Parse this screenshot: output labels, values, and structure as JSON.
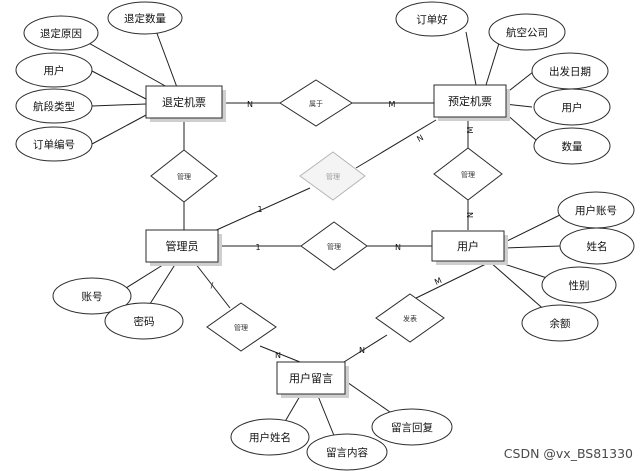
{
  "entities": {
    "refund_ticket": "退定机票",
    "booking_ticket": "预定机票",
    "administrator": "管理员",
    "user": "用户",
    "user_message": "用户留言"
  },
  "attributes": {
    "refund_reason": "退定原因",
    "refund_quantity": "退定数量",
    "refund_user": "用户",
    "segment_type": "航段类型",
    "refund_order_no": "订单编号",
    "booking_order_no": "订单好",
    "airline": "航空公司",
    "departure_date": "出发日期",
    "booking_user": "用户",
    "booking_quantity": "数量",
    "account_no": "账号",
    "password": "密码",
    "user_account": "用户账号",
    "full_name": "姓名",
    "gender": "性别",
    "balance": "余额",
    "commenter_name": "用户姓名",
    "message_content": "留言内容",
    "message_reply": "留言回复"
  },
  "relationships": {
    "belongs_to": "属于",
    "manage_refund": "管理",
    "manage_booking": "管理",
    "manage_booking_admin": "管理",
    "manage_user": "管理",
    "manage_message": "管理",
    "publish": "发表"
  },
  "cardinalities": {
    "belongs_refund": "N",
    "belongs_booking": "M",
    "booking_top": "M",
    "user_top": "N",
    "admin_booking": "1",
    "booking_admin": "N",
    "admin_user": "1",
    "user_admin": "N",
    "admin_message": "/",
    "message_admin": "N",
    "user_publish": "M",
    "message_publish": "N"
  },
  "watermark": "CSDN @vx_BS81330"
}
